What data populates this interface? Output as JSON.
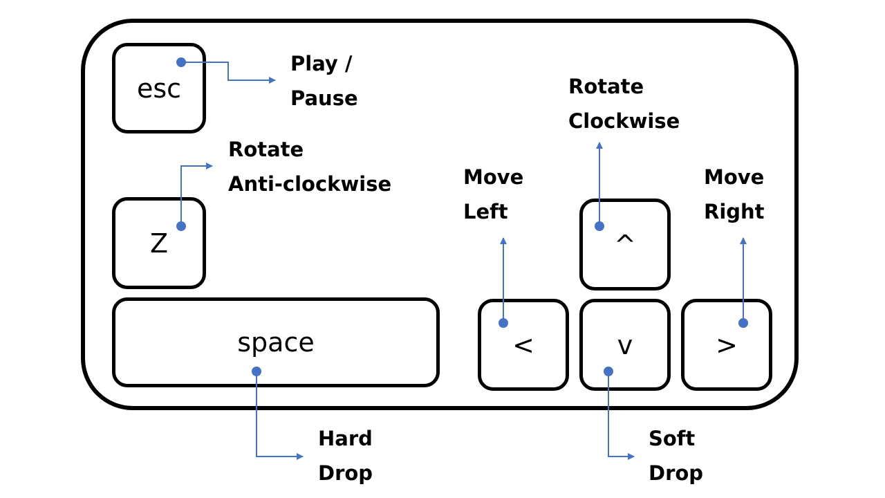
{
  "keys": {
    "esc": "esc",
    "z": "Z",
    "space": "space",
    "up": "^",
    "left": "<",
    "down": "v",
    "right": ">"
  },
  "labels": {
    "esc": [
      "Play /",
      "Pause"
    ],
    "z": [
      "Rotate",
      "Anti-clockwise"
    ],
    "up": [
      "Rotate",
      "Clockwise"
    ],
    "left": [
      "Move",
      "Left"
    ],
    "right": [
      "Move",
      "Right"
    ],
    "space": [
      "Hard",
      "Drop"
    ],
    "down": [
      "Soft",
      "Drop"
    ]
  },
  "colors": {
    "connector": "#4472C4",
    "key_border": "#000000",
    "text": "#000000"
  }
}
